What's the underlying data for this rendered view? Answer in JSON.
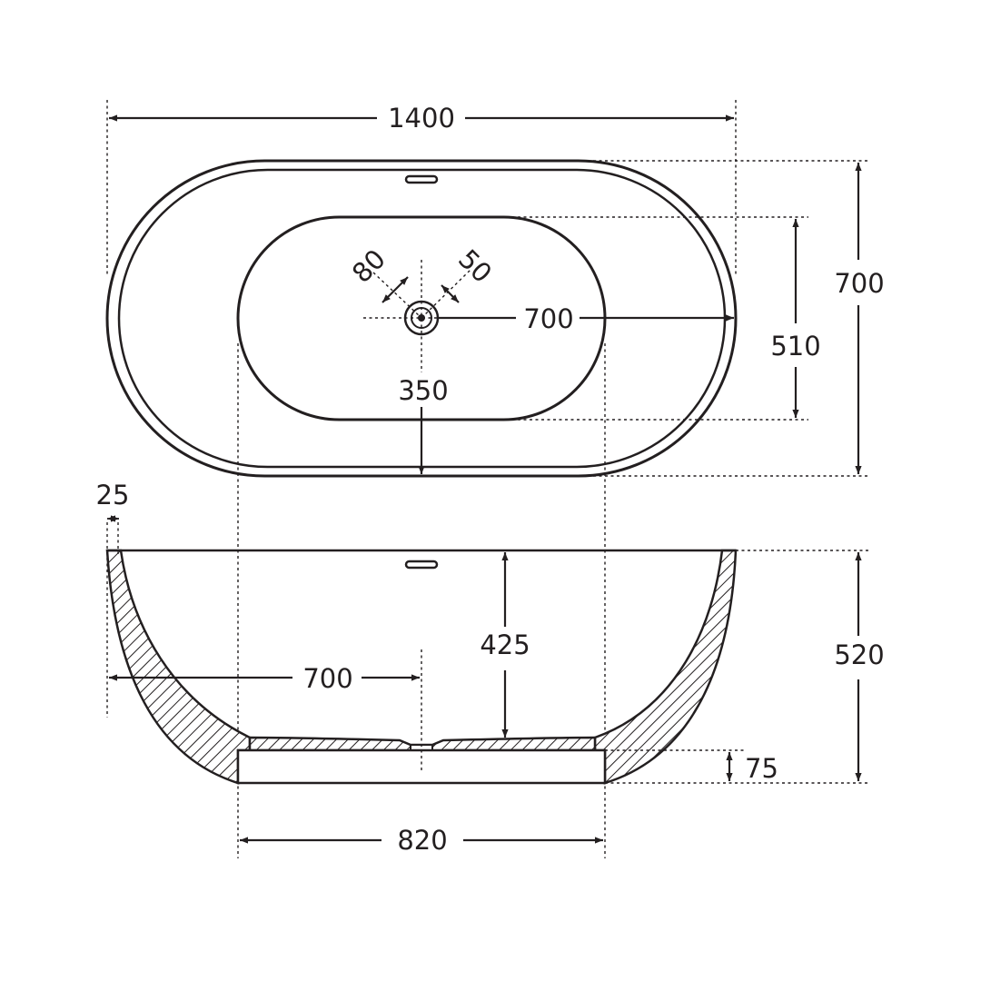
{
  "colors": {
    "ink": "#231f20",
    "background": "#ffffff"
  },
  "top_view": {
    "overall_length": "1400",
    "overall_width": "700",
    "inner_width": "510",
    "drain_to_end": "700",
    "drain_to_side": "350",
    "drain_offset_a": "80",
    "drain_offset_b": "50"
  },
  "side_view": {
    "wall_thickness": "25",
    "depth": "425",
    "height": "520",
    "drain_position": "700",
    "base_height": "75",
    "base_width": "820"
  }
}
